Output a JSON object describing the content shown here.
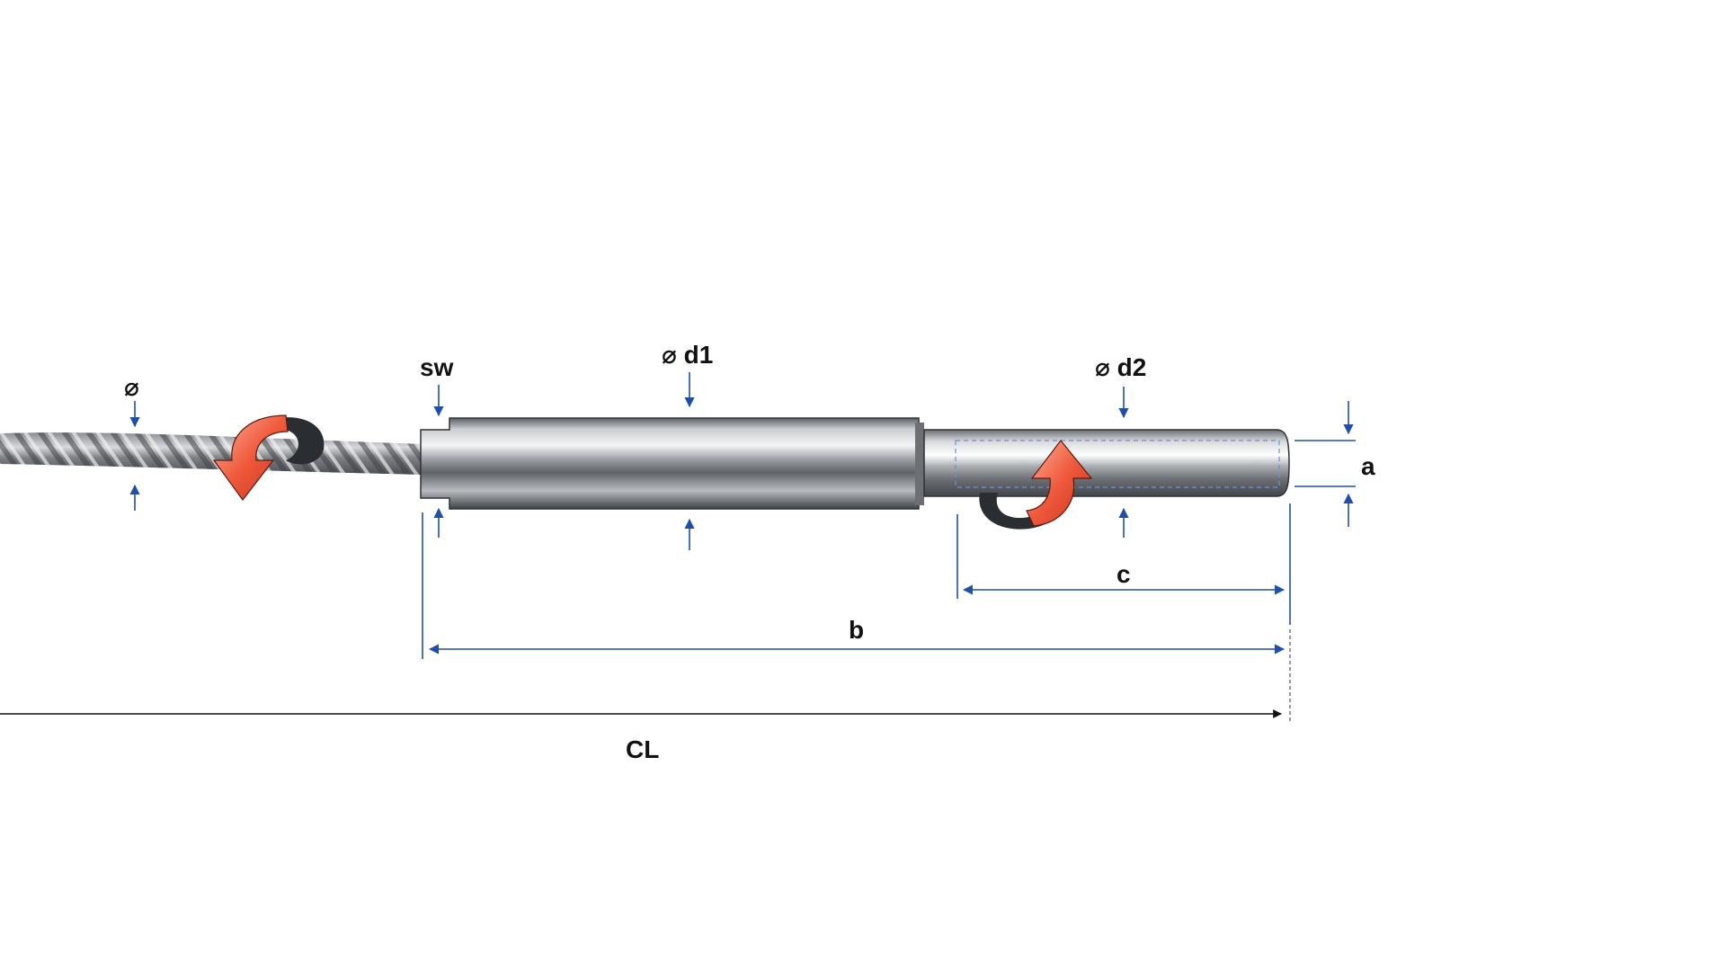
{
  "labels": {
    "rope_diameter": "⌀",
    "sw": "sw",
    "d1": "⌀ d1",
    "d2": "⌀ d2",
    "a": "a",
    "b": "b",
    "c": "c",
    "cl": "CL"
  },
  "colors": {
    "dimension_line": "#1f4fa8",
    "rotation_arrow": "#e8503a",
    "text": "#111111",
    "cl_line": "#111111"
  },
  "icons": {
    "rope_rotation": "rotate-arrow-icon",
    "stud_rotation": "rotate-arrow-icon"
  }
}
